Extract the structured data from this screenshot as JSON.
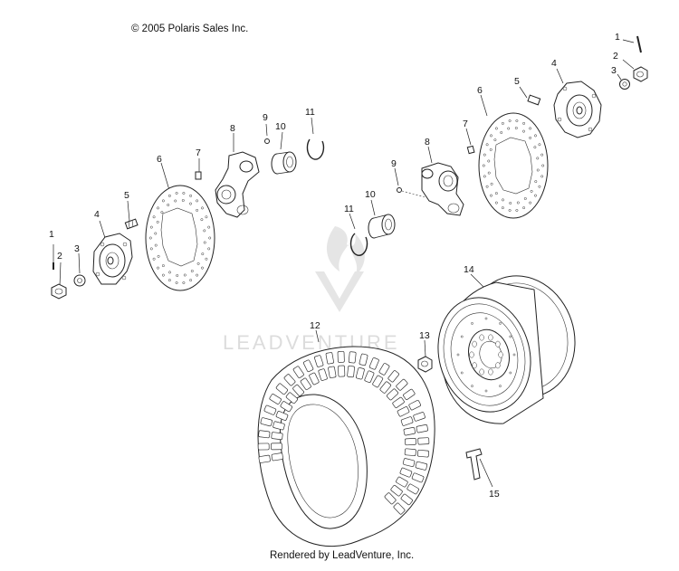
{
  "header": {
    "copyright": "© 2005 Polaris Sales Inc."
  },
  "footer": {
    "rendered_by": "Rendered by LeadVenture, Inc."
  },
  "watermark": {
    "text": "LEADVENTURE",
    "color": "#d9d9d9"
  },
  "callouts": {
    "left": {
      "1": "1",
      "2": "2",
      "3": "3",
      "4": "4",
      "5": "5",
      "6": "6",
      "7": "7",
      "8": "8",
      "9": "9",
      "10": "10",
      "11": "11"
    },
    "right": {
      "1": "1",
      "2": "2",
      "3": "3",
      "4": "4",
      "5": "5",
      "6": "6",
      "7": "7",
      "8": "8",
      "9": "9",
      "10": "10",
      "11": "11"
    },
    "lower": {
      "12": "12",
      "13": "13",
      "14": "14",
      "15": "15"
    }
  }
}
